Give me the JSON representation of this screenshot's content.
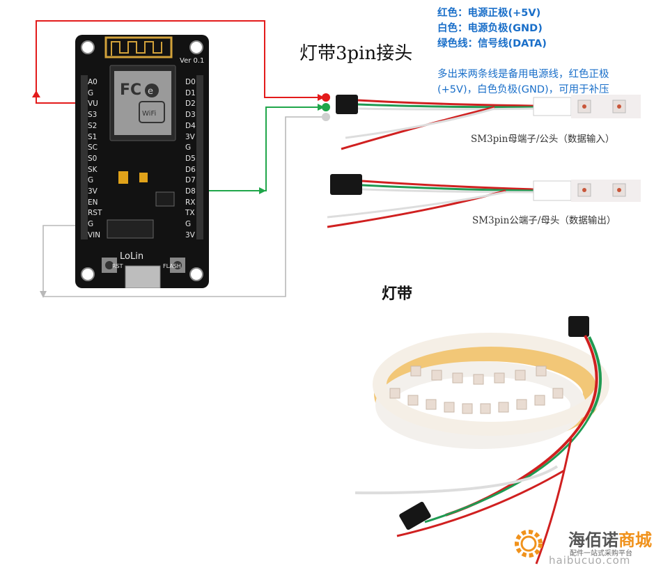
{
  "title_connector": "灯带3pin接头",
  "title_strip": "灯带",
  "legend": {
    "red": "红色：电源正极(+5V)",
    "white": "白色：电源负极(GND)",
    "green": "绿色线：信号线(DATA)"
  },
  "note": "多出来两条线是备用电源线，红色正极(+5V)，白色负极(GND)，可用于补压",
  "connector_in_label": "SM3pin母端子/公头（数据输入）",
  "connector_out_label": "SM3pin公端子/母头（数据输出）",
  "board": {
    "version": "Ver 0.1",
    "brand": "LoLin",
    "btn_rst": "RST",
    "btn_flash": "FLASH",
    "left_pins": [
      "A0",
      "G",
      "VU",
      "S3",
      "S2",
      "S1",
      "SC",
      "S0",
      "SK",
      "G",
      "3V",
      "EN",
      "RST",
      "G",
      "VIN"
    ],
    "right_pins": [
      "D0",
      "D1",
      "D2",
      "D3",
      "D4",
      "3V",
      "G",
      "D5",
      "D6",
      "D7",
      "D8",
      "RX",
      "TX",
      "G",
      "3V"
    ]
  },
  "watermark": {
    "brand_a": "海佰诺",
    "brand_b": "商城",
    "sub": "配件一站式采购平台",
    "url": "haibucuo.com"
  },
  "colors": {
    "wire_red": "#e31b1b",
    "wire_green": "#1fa64a",
    "wire_gray": "#b8b8b8",
    "legend_blue": "#1a6fc9",
    "board_black": "#121212",
    "tape_yellow": "#f2c777"
  }
}
